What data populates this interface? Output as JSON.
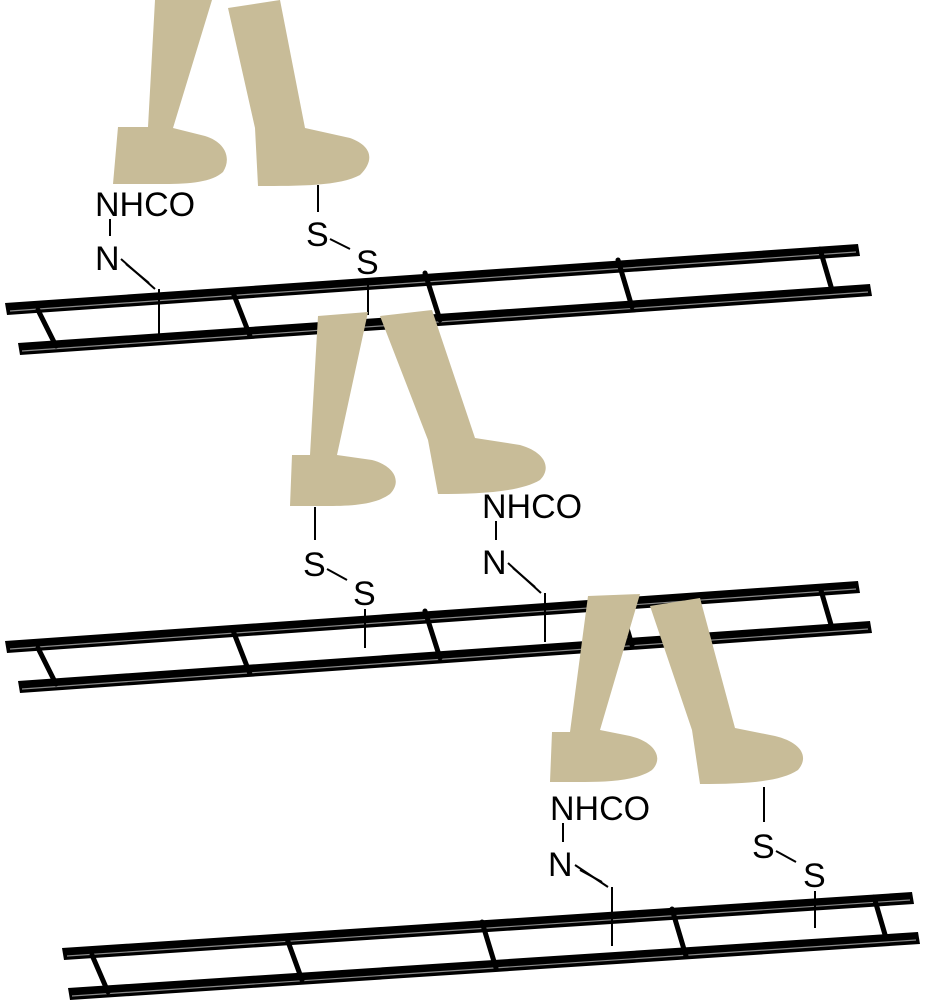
{
  "colors": {
    "leg": "#C8BC98",
    "track": "#000000",
    "track_highlight": "#8a8a8a",
    "bond": "#000000",
    "background": "#ffffff"
  },
  "labels": {
    "hydrazone_amide": "NHCO",
    "hydrazone_nitrogen": "N",
    "sulfur": "S"
  }
}
